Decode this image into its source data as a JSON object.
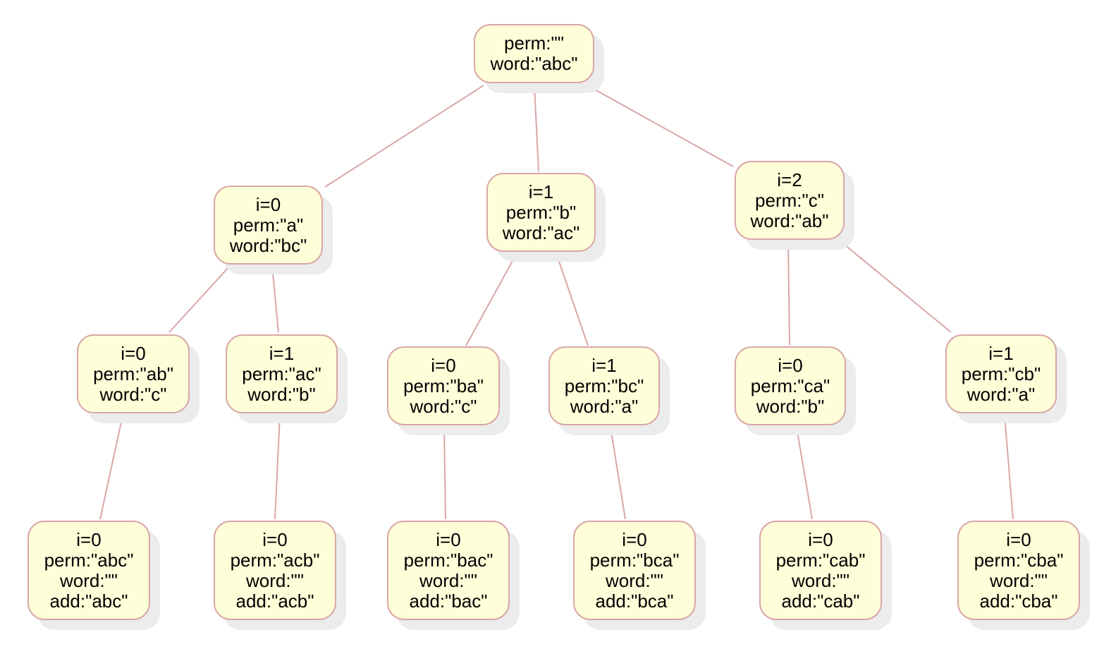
{
  "colors": {
    "node_fill": "#fefed9",
    "node_border": "#d9a7a7",
    "edge": "#d9a7a7",
    "shadow": "#ececec"
  },
  "nodes": [
    {
      "id": "root",
      "lines": [
        "perm:\"\"",
        "word:\"abc\""
      ]
    },
    {
      "id": "a",
      "lines": [
        "i=0",
        "perm:\"a\"",
        "word:\"bc\""
      ]
    },
    {
      "id": "b",
      "lines": [
        "i=1",
        "perm:\"b\"",
        "word:\"ac\""
      ]
    },
    {
      "id": "c",
      "lines": [
        "i=2",
        "perm:\"c\"",
        "word:\"ab\""
      ]
    },
    {
      "id": "ab",
      "lines": [
        "i=0",
        "perm:\"ab\"",
        "word:\"c\""
      ]
    },
    {
      "id": "ac",
      "lines": [
        "i=1",
        "perm:\"ac\"",
        "word:\"b\""
      ]
    },
    {
      "id": "ba",
      "lines": [
        "i=0",
        "perm:\"ba\"",
        "word:\"c\""
      ]
    },
    {
      "id": "bc",
      "lines": [
        "i=1",
        "perm:\"bc\"",
        "word:\"a\""
      ]
    },
    {
      "id": "ca",
      "lines": [
        "i=0",
        "perm:\"ca\"",
        "word:\"b\""
      ]
    },
    {
      "id": "cb",
      "lines": [
        "i=1",
        "perm:\"cb\"",
        "word:\"a\""
      ]
    },
    {
      "id": "abc",
      "lines": [
        "i=0",
        "perm:\"abc\"",
        "word:\"\"",
        "add:\"abc\""
      ]
    },
    {
      "id": "acb",
      "lines": [
        "i=0",
        "perm:\"acb\"",
        "word:\"\"",
        "add:\"acb\""
      ]
    },
    {
      "id": "bac",
      "lines": [
        "i=0",
        "perm:\"bac\"",
        "word:\"\"",
        "add:\"bac\""
      ]
    },
    {
      "id": "bca",
      "lines": [
        "i=0",
        "perm:\"bca\"",
        "word:\"\"",
        "add:\"bca\""
      ]
    },
    {
      "id": "cab",
      "lines": [
        "i=0",
        "perm:\"cab\"",
        "word:\"\"",
        "add:\"cab\""
      ]
    },
    {
      "id": "cba",
      "lines": [
        "i=0",
        "perm:\"cba\"",
        "word:\"\"",
        "add:\"cba\""
      ]
    }
  ],
  "edges": [
    {
      "from": "root",
      "to": "a"
    },
    {
      "from": "root",
      "to": "b"
    },
    {
      "from": "root",
      "to": "c"
    },
    {
      "from": "a",
      "to": "ab"
    },
    {
      "from": "a",
      "to": "ac"
    },
    {
      "from": "b",
      "to": "ba"
    },
    {
      "from": "b",
      "to": "bc"
    },
    {
      "from": "c",
      "to": "ca"
    },
    {
      "from": "c",
      "to": "cb"
    },
    {
      "from": "ab",
      "to": "abc"
    },
    {
      "from": "ac",
      "to": "acb"
    },
    {
      "from": "ba",
      "to": "bac"
    },
    {
      "from": "bc",
      "to": "bca"
    },
    {
      "from": "ca",
      "to": "cab"
    },
    {
      "from": "cb",
      "to": "cba"
    }
  ]
}
